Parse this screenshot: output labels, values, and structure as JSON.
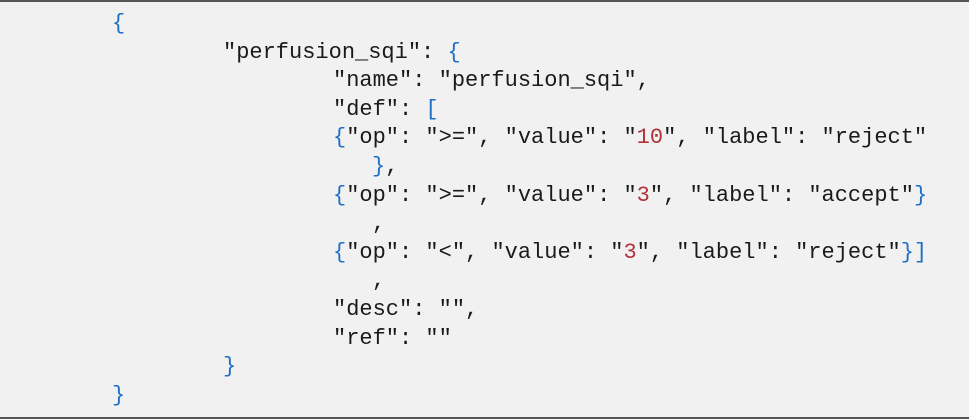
{
  "colors": {
    "background": "#f1f1f1",
    "rule": "#555555",
    "text": "#1a1a1a",
    "bracket": "#1f6fc5",
    "number": "#b0323a"
  },
  "code": {
    "language": "json",
    "lines": [
      {
        "indent": 0,
        "tokens": [
          [
            "b",
            "{"
          ]
        ]
      },
      {
        "indent": 1,
        "tokens": [
          [
            "k",
            "\"perfusion_sqi\""
          ],
          [
            "p",
            ": "
          ],
          [
            "b",
            "{"
          ]
        ]
      },
      {
        "indent": 2,
        "tokens": [
          [
            "k",
            "\"name\""
          ],
          [
            "p",
            ": "
          ],
          [
            "k",
            "\"perfusion_sqi\""
          ],
          [
            "p",
            ","
          ]
        ]
      },
      {
        "indent": 2,
        "tokens": [
          [
            "k",
            "\"def\""
          ],
          [
            "p",
            ": "
          ],
          [
            "b",
            "["
          ]
        ]
      },
      {
        "indent": 2,
        "tokens": [
          [
            "b",
            "{"
          ],
          [
            "k",
            "\"op\""
          ],
          [
            "p",
            ": "
          ],
          [
            "k",
            "\">=\""
          ],
          [
            "p",
            ", "
          ],
          [
            "k",
            "\"value\""
          ],
          [
            "p",
            ": "
          ],
          [
            "p",
            "\""
          ],
          [
            "n",
            "10"
          ],
          [
            "p",
            "\", "
          ],
          [
            "k",
            "\"label\""
          ],
          [
            "p",
            ": "
          ],
          [
            "k",
            "\"reject\""
          ]
        ]
      },
      {
        "indent": 3,
        "tokens": [
          [
            "b",
            "}"
          ],
          [
            "p",
            ","
          ]
        ]
      },
      {
        "indent": 2,
        "tokens": [
          [
            "b",
            "{"
          ],
          [
            "k",
            "\"op\""
          ],
          [
            "p",
            ": "
          ],
          [
            "k",
            "\">=\""
          ],
          [
            "p",
            ", "
          ],
          [
            "k",
            "\"value\""
          ],
          [
            "p",
            ": "
          ],
          [
            "p",
            "\""
          ],
          [
            "n",
            "3"
          ],
          [
            "p",
            "\", "
          ],
          [
            "k",
            "\"label\""
          ],
          [
            "p",
            ": "
          ],
          [
            "k",
            "\"accept\""
          ],
          [
            "b",
            "}"
          ]
        ]
      },
      {
        "indent": 3,
        "tokens": [
          [
            "p",
            ","
          ]
        ]
      },
      {
        "indent": 2,
        "tokens": [
          [
            "b",
            "{"
          ],
          [
            "k",
            "\"op\""
          ],
          [
            "p",
            ": "
          ],
          [
            "k",
            "\"<\""
          ],
          [
            "p",
            ", "
          ],
          [
            "k",
            "\"value\""
          ],
          [
            "p",
            ": "
          ],
          [
            "p",
            "\""
          ],
          [
            "n",
            "3"
          ],
          [
            "p",
            "\", "
          ],
          [
            "k",
            "\"label\""
          ],
          [
            "p",
            ": "
          ],
          [
            "k",
            "\"reject\""
          ],
          [
            "b",
            "}]"
          ]
        ]
      },
      {
        "indent": 3,
        "tokens": [
          [
            "p",
            ","
          ]
        ]
      },
      {
        "indent": 2,
        "tokens": [
          [
            "k",
            "\"desc\""
          ],
          [
            "p",
            ": "
          ],
          [
            "k",
            "\"\""
          ],
          [
            "p",
            ","
          ]
        ]
      },
      {
        "indent": 2,
        "tokens": [
          [
            "k",
            "\"ref\""
          ],
          [
            "p",
            ": "
          ],
          [
            "k",
            "\"\""
          ]
        ]
      },
      {
        "indent": 1,
        "tokens": [
          [
            "b",
            "}"
          ]
        ]
      },
      {
        "indent": 0,
        "tokens": [
          [
            "b",
            "}"
          ]
        ]
      }
    ]
  }
}
